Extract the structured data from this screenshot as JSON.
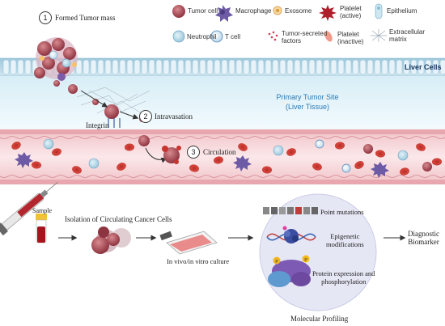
{
  "legend": {
    "tumor_cell": "Tumor cell",
    "macrophage": "Macrophage",
    "exosome": "Exosome",
    "platelet_active": "Platelet\n(active)",
    "epithelium": "Epithelium",
    "neutrophil": "Neutrophil",
    "t_cell": "T cell",
    "tumor_secreted": "Tumor-secreted\nfactors",
    "platelet_inactive": "Platelet\n(inactive)",
    "extracellular_matrix": "Extracellular\nmatrix"
  },
  "steps": {
    "one_num": "1",
    "one_label": "Formed Tumor mass",
    "two_num": "2",
    "two_label": "Intravasation",
    "three_num": "3",
    "three_label": "Circulation"
  },
  "tissue": {
    "liver_cells": "Liver Cells",
    "primary_site": "Primary Tumor Site\n(Liver Tissue)",
    "integrin": "Integrin"
  },
  "workflow": {
    "sample": "Sample",
    "isolation": "Isolation of Circulating Cancer Cells",
    "culture": "In vivo/in vitro culture",
    "point_mutations": "Point mutations",
    "epigenetic": "Epigenetic\nmodifications",
    "protein": "Protein expression and\nphosphorylation",
    "molecular_profiling": "Molecular Profiling",
    "diagnostic": "Diagnostic\nBiomarker"
  },
  "colors": {
    "tumor": "#b5525a",
    "rbc": "#c8342f",
    "vessel": "#f7d9dc",
    "epithelium": "#cfe7f1",
    "tissue_bg": "#eaf6fb"
  }
}
